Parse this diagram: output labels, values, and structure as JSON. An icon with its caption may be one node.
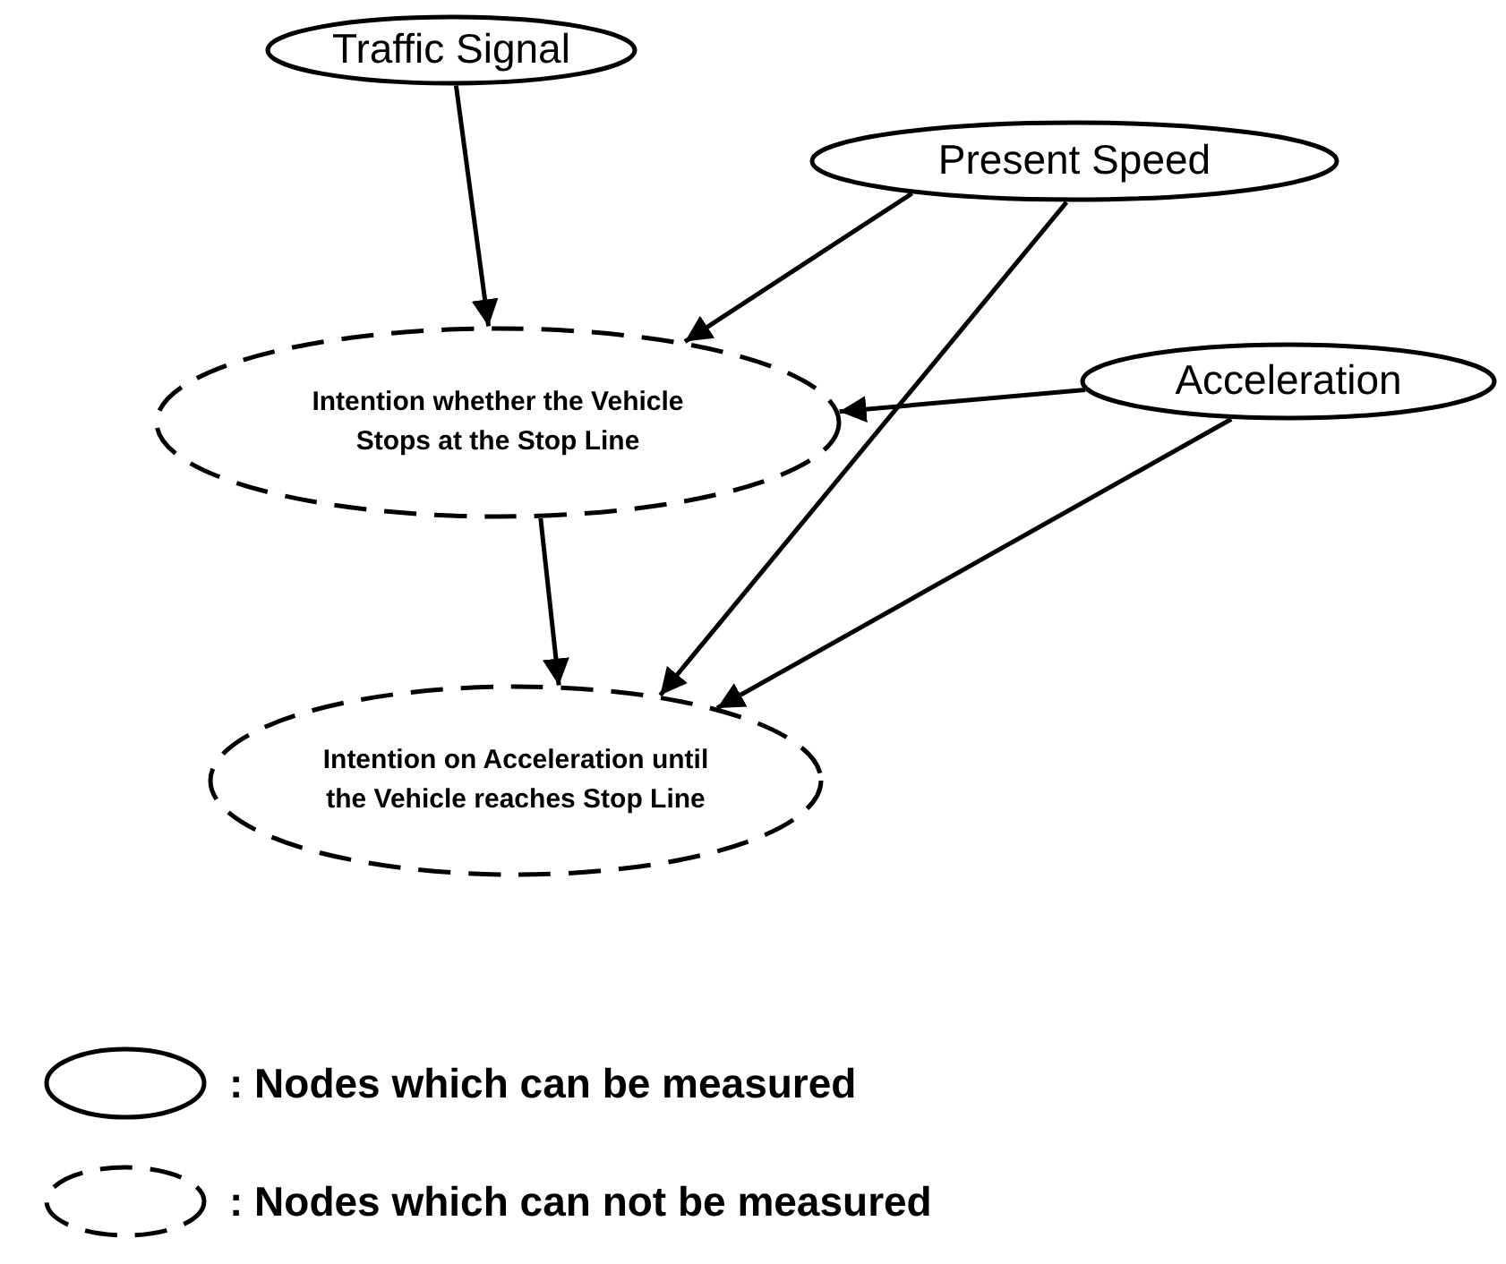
{
  "diagram": {
    "nodes": [
      {
        "text": [
          "Traffic Signal"
        ]
      },
      {
        "text": [
          "Present Speed"
        ]
      },
      {
        "text": [
          "Acceleration"
        ]
      },
      {
        "text": [
          "Intention whether the Vehicle Stops at the Stop Line"
        ]
      },
      {
        "text": [
          "Intention on Acceleration until the Vehicle reaches Stop Line"
        ]
      }
    ],
    "edges": [
      {
        "from": 0,
        "to": 3,
        "arrow": "to"
      },
      {
        "from": 1,
        "to": 3,
        "arrow": "to"
      },
      {
        "from": 2,
        "to": 3,
        "arrow": "to"
      },
      {
        "from": 3,
        "to": 4,
        "arrow": "to"
      },
      {
        "from": 1,
        "to": 4,
        "arrow": "to"
      },
      {
        "from": 2,
        "to": 4,
        "arrow": "to"
      }
    ],
    "legend": [
      {
        "text": ": Nodes which can be measured"
      },
      {
        "text": ": Nodes which can not be measured"
      }
    ]
  }
}
